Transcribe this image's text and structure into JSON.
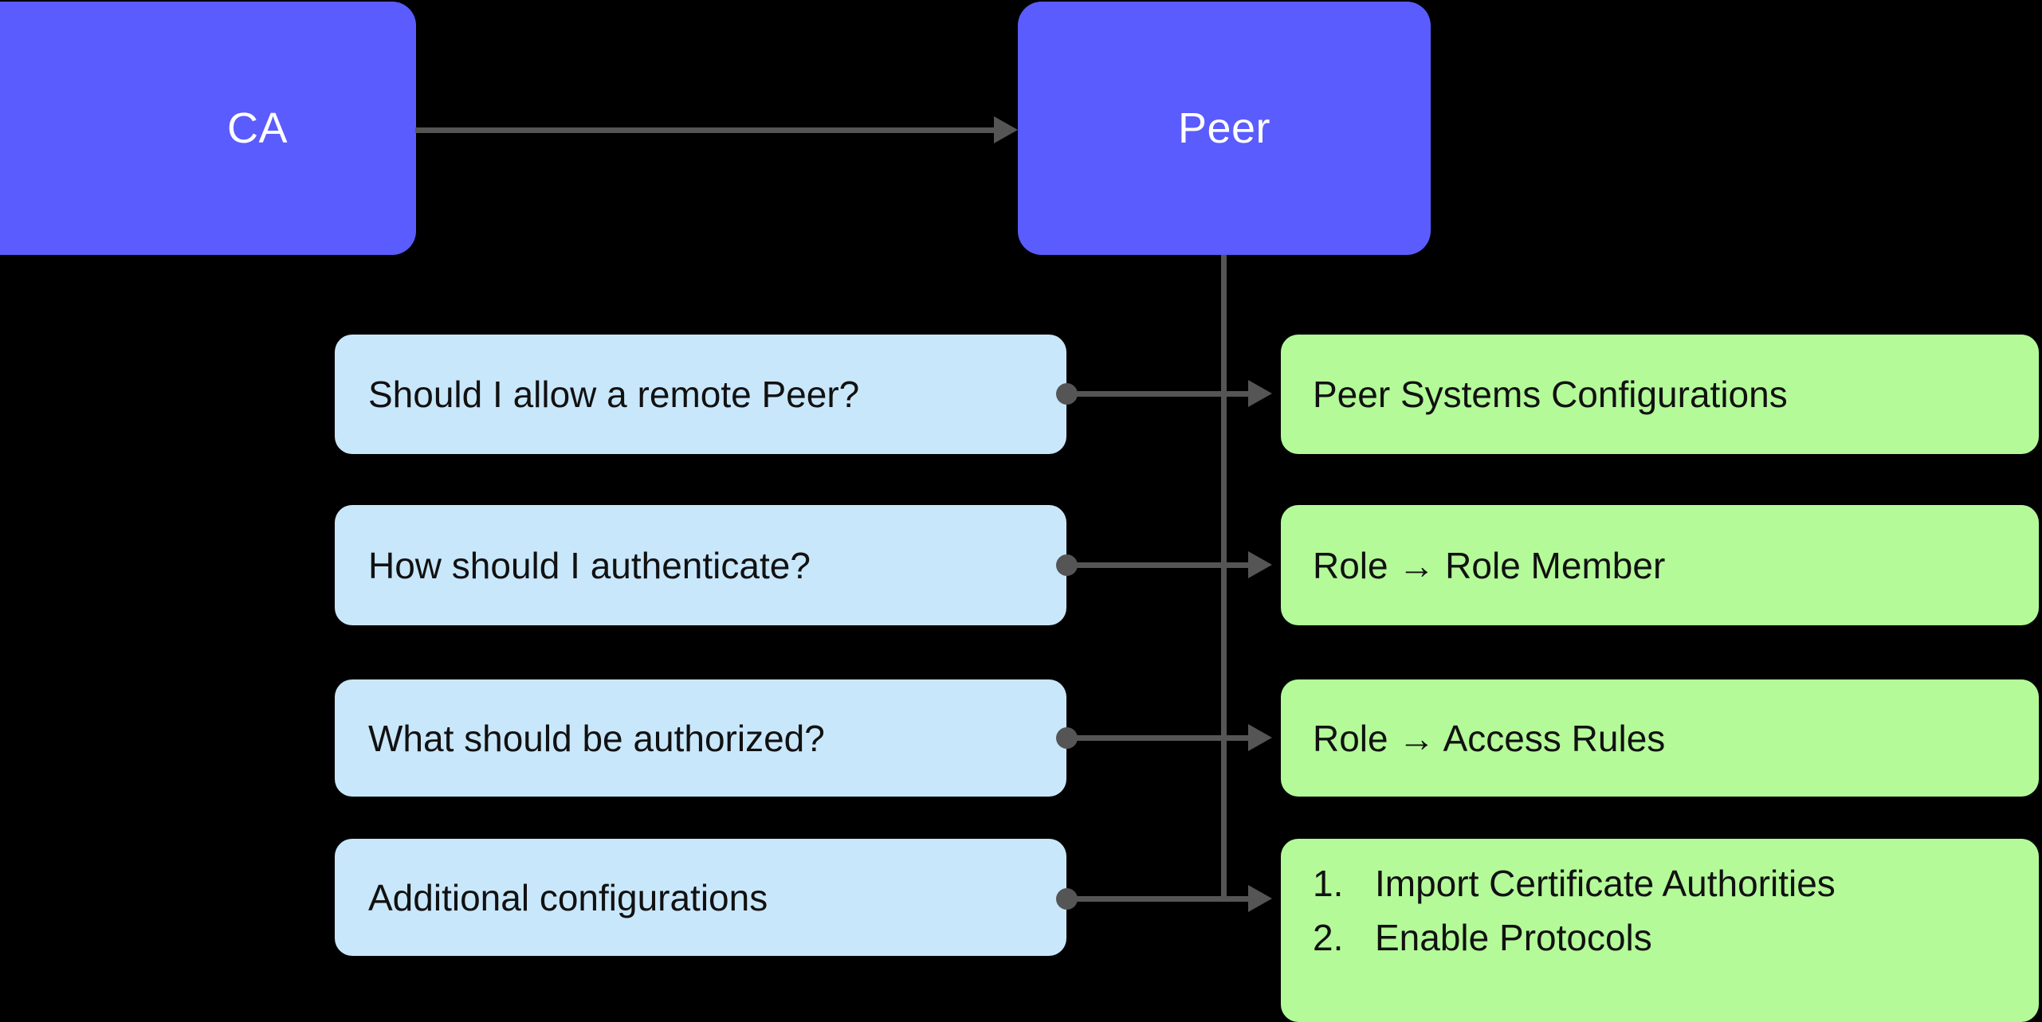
{
  "diagram": {
    "title": "Peer configuration decision flow",
    "colors": {
      "background": "#000000",
      "primary_node": "#5b5cfd",
      "primary_node_text": "#ffffff",
      "question_node": "#c9e7fb",
      "answer_node": "#b4fa99",
      "node_text": "#111111",
      "connector": "#555555"
    },
    "primary_nodes": [
      {
        "id": "ca",
        "label": "CA"
      },
      {
        "id": "peer",
        "label": "Peer"
      }
    ],
    "questions": [
      {
        "id": "q1",
        "label": "Should I allow a remote Peer?"
      },
      {
        "id": "q2",
        "label": "How should I authenticate?"
      },
      {
        "id": "q3",
        "label": "What should be authorized?"
      },
      {
        "id": "q4",
        "label": "Additional configurations"
      }
    ],
    "answers": [
      {
        "id": "a1",
        "label": "Peer Systems Configurations"
      },
      {
        "id": "a2",
        "label": "Role → Role Member"
      },
      {
        "id": "a3",
        "label": "Role → Access Rules"
      },
      {
        "id": "a4",
        "label": "",
        "list": [
          {
            "marker": "1.",
            "text": "Import Certificate Authorities"
          },
          {
            "marker": "2.",
            "text": "Enable Protocols"
          }
        ]
      }
    ],
    "edges": [
      {
        "id": "ca-peer",
        "from": "CA",
        "to": "Peer",
        "kind": "arrow"
      },
      {
        "id": "peer-trunk",
        "from": "Peer",
        "to": "answers",
        "kind": "line"
      },
      {
        "id": "row1",
        "from": "Should I allow a remote Peer?",
        "to": "Peer Systems Configurations",
        "kind": "dot-arrow"
      },
      {
        "id": "row2",
        "from": "How should I authenticate?",
        "to": "Role → Role Member",
        "kind": "dot-arrow"
      },
      {
        "id": "row3",
        "from": "What should be authorized?",
        "to": "Role → Access Rules",
        "kind": "dot-arrow"
      },
      {
        "id": "row4",
        "from": "Additional configurations",
        "to": "Import Certificate Authorities / Enable Protocols",
        "kind": "dot-arrow"
      }
    ]
  }
}
